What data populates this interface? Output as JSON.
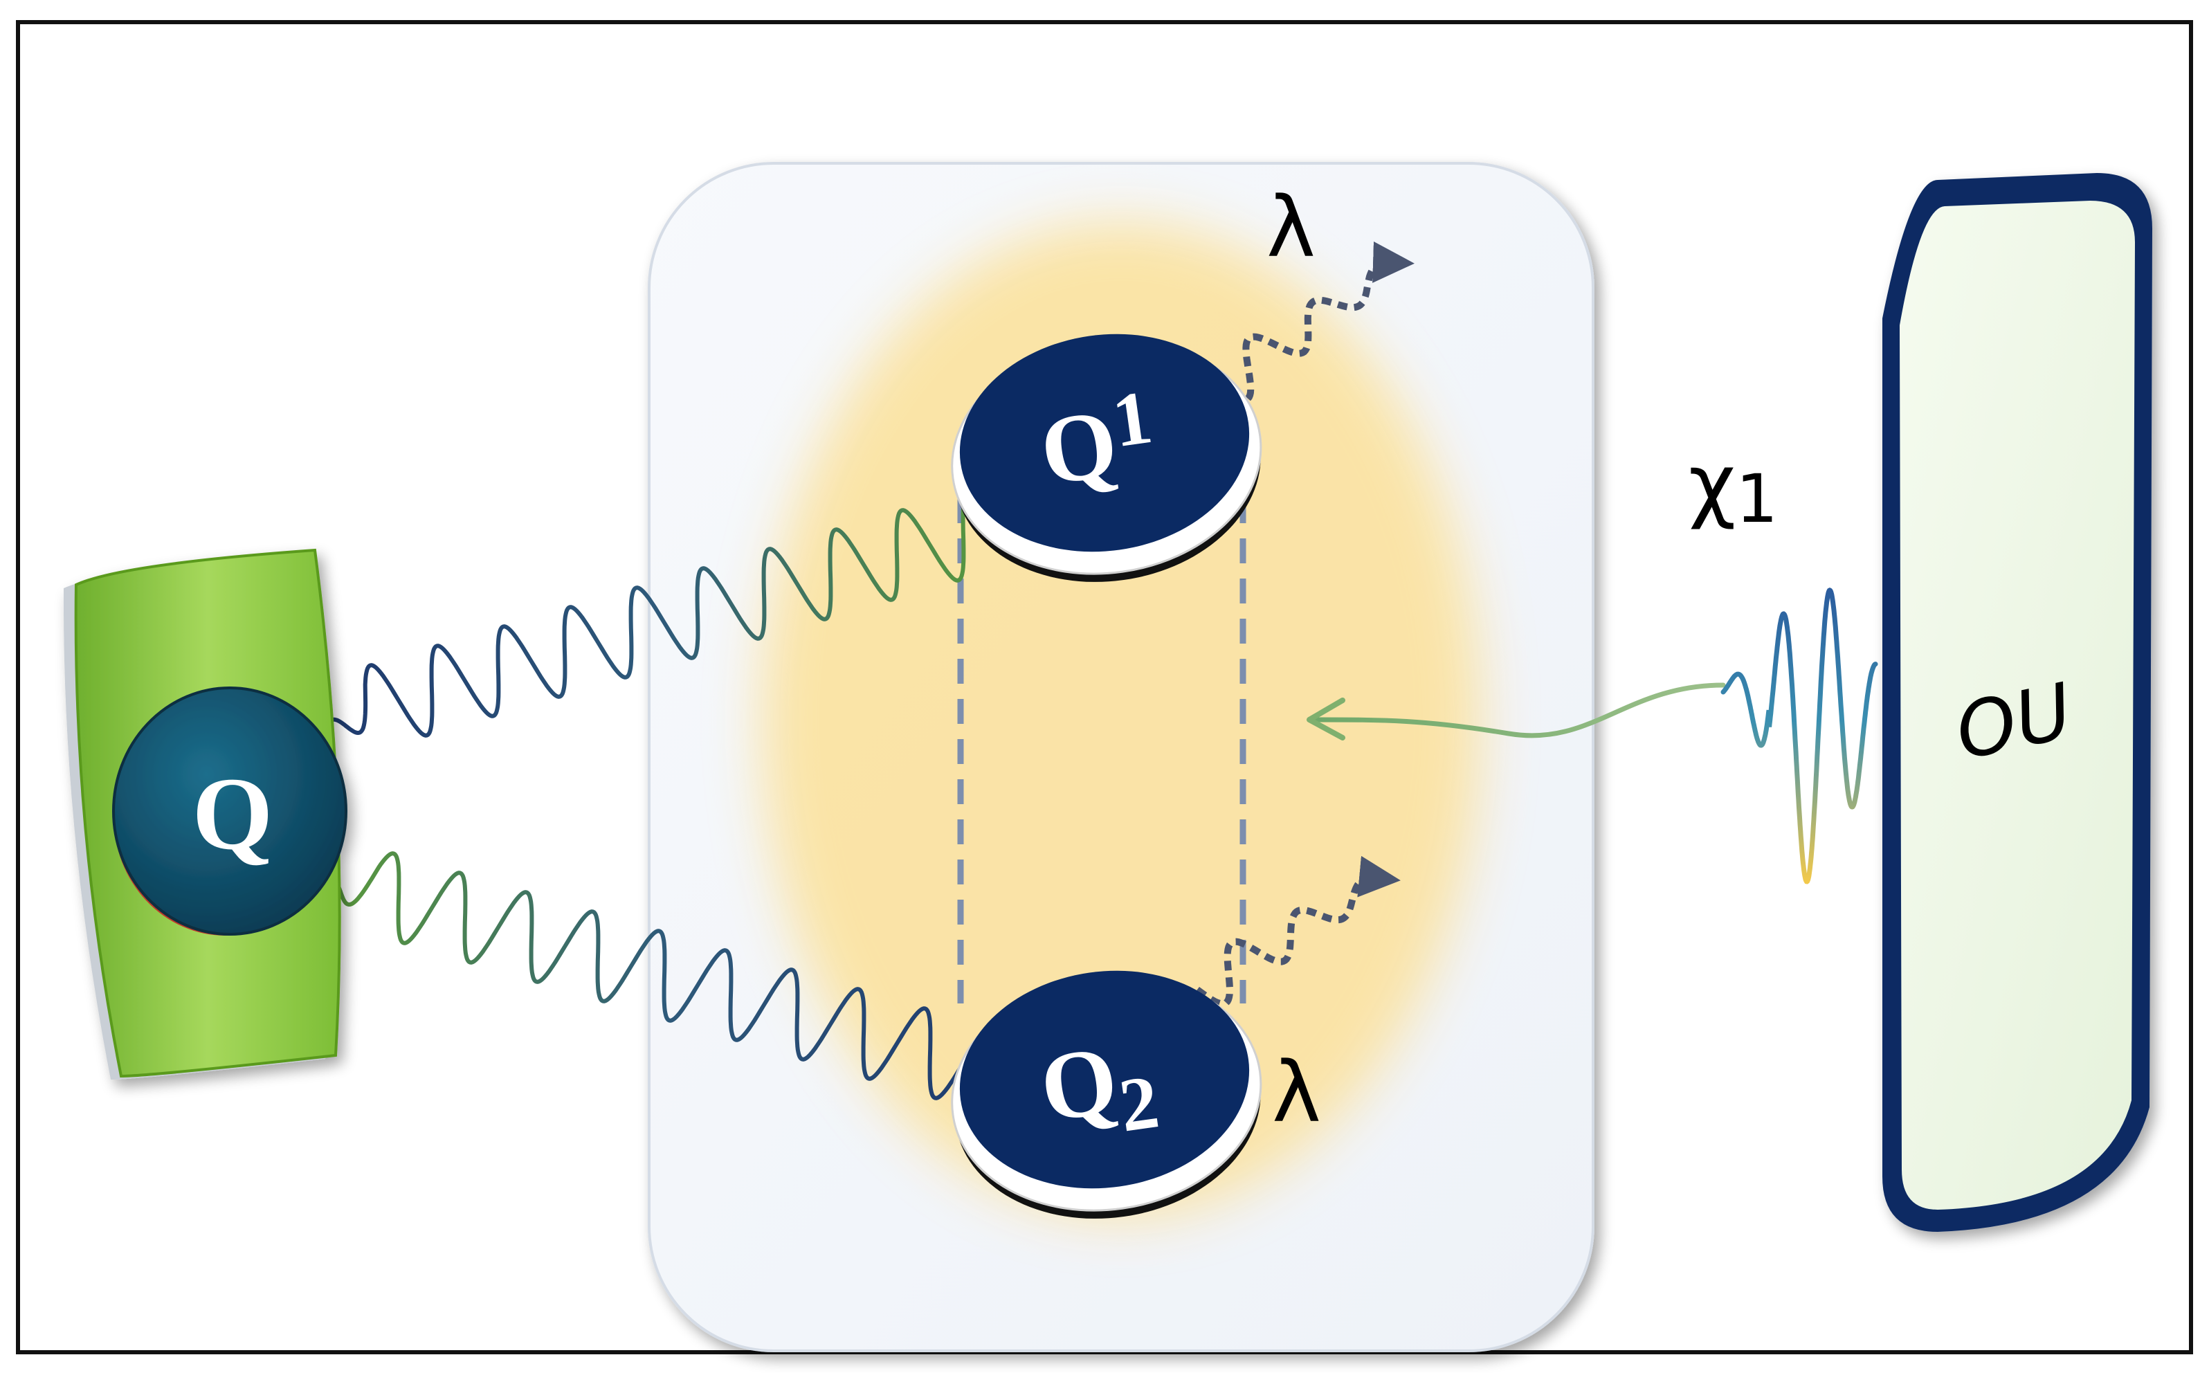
{
  "source": {
    "label": "Q",
    "colors": {
      "body": "#8CC63F",
      "body_dark": "#5A9A1E",
      "disc": "#0E4F6B",
      "disc_rim": "#C0392B"
    }
  },
  "qubits": [
    {
      "label": "Q",
      "subscript": "1",
      "decay_label": "λ"
    },
    {
      "label": "Q",
      "subscript": "2",
      "decay_label": "λ"
    }
  ],
  "environment": {
    "label": "OU",
    "coupling_label": "χ",
    "coupling_subscript": "1",
    "colors": {
      "frame": "#0B2A63",
      "panel": "#EEF7E6"
    }
  },
  "colors": {
    "qubit_disc": "#0B2A63",
    "box_glow": "#FBE3A3",
    "box_bg": "#F3F6FB",
    "wave_start": "#1E3A6E",
    "wave_end": "#5A9A3C",
    "dash": "#7C8EAE",
    "decay_arrow": "#4A5570"
  }
}
